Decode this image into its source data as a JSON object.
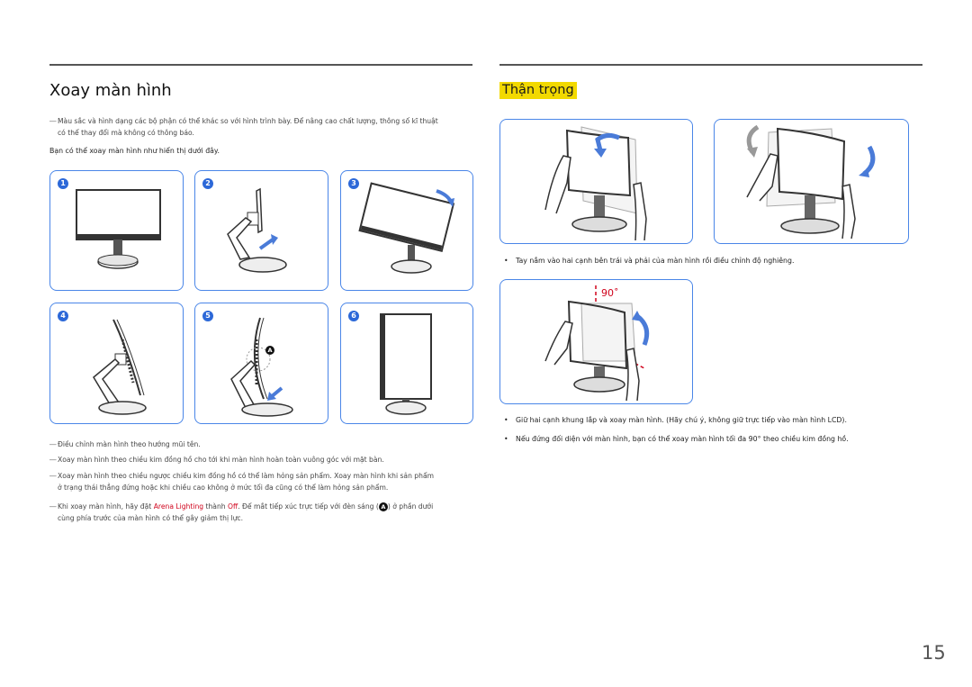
{
  "left": {
    "title": "Xoay màn hình",
    "note_intro_line1": "Màu sắc và hình dạng các bộ phận có thể khác so với hình trình bày. Để nâng cao chất lượng, thông số kĩ thuật",
    "note_intro_line2": "có thể thay đổi mà không có thông báo.",
    "intro": "Bạn có thể xoay màn hình như hiển thị dưới đây.",
    "steps": [
      "1",
      "2",
      "3",
      "4",
      "5",
      "6"
    ],
    "callout_label": "A",
    "notes": {
      "n1": "Điều chỉnh màn hình theo hướng mũi tên.",
      "n2": "Xoay màn hình theo chiều kim đồng hồ cho tới khi màn hình hoàn toàn vuông góc với mặt bàn.",
      "n3_line1": "Xoay màn hình theo chiều ngược chiều kim đồng hồ có thể làm hỏng sản phẩm. Xoay màn hình khi sản phẩm",
      "n3_line2": "ở trạng thái thẳng đứng hoặc khi chiều cao không ở mức tối đa cũng có thể làm hỏng sản phẩm.",
      "n4_pre": "Khi xoay màn hình, hãy đặt ",
      "n4_red1": "Arena Lighting",
      "n4_mid": " thành ",
      "n4_red2": "Off",
      "n4_post": ". Để mắt tiếp xúc trực tiếp với đèn sáng (",
      "n4_badge": "A",
      "n4_end": ") ở phần dưới",
      "n4_line2": "cùng phía trước của màn hình có thể gây giảm thị lực."
    }
  },
  "right": {
    "caution_title": "Thận trọng",
    "bullet1": "Tay nắm vào hai cạnh bên trái và phải của màn hình rồi điều chỉnh độ nghiêng.",
    "angle_label": "90˚",
    "bullet2": "Giữ hai cạnh khung lắp và xoay màn hình. (Hãy chú ý, không giữ trực tiếp vào màn hình LCD).",
    "bullet3": "Nếu đứng đối diện với màn hình, bạn có thể xoay màn hình tối đa 90° theo chiều kim đồng hồ."
  },
  "page_number": "15",
  "colors": {
    "accent_blue": "#2c68d8",
    "panel_border": "#4a86e8",
    "warning_red": "#d0021b",
    "caution_yellow": "#f2d900"
  },
  "icons": [
    "rotation-arrow-icon",
    "hand-icon",
    "monitor-illustration",
    "step-number-badge"
  ]
}
